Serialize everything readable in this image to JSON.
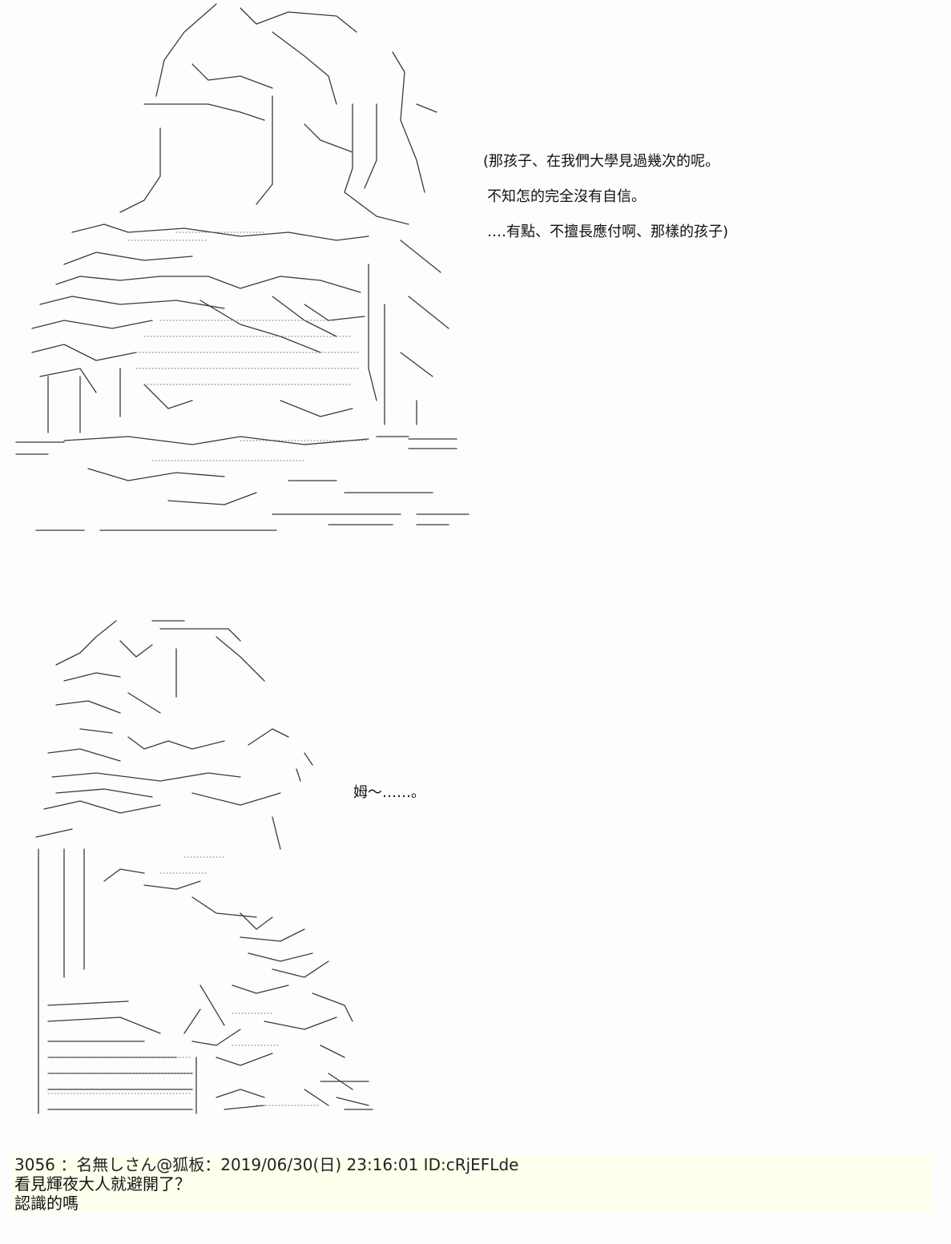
{
  "panel1": {
    "lines": [
      "(那孩子、在我們大學見過幾次的呢。",
      "不知怎的完全沒有自信。",
      "‥‥有點、不擅長應付啊、那樣的孩子)"
    ]
  },
  "panel2": {
    "line": "姆～‥‥‥。"
  },
  "post": {
    "number": "3056",
    "separator": "：",
    "name": "名無しさん@狐板",
    "date": "2019/06/30(日) 23:16:01",
    "id": "ID:cRjEFLde",
    "header": "3056 ：名無しさん@狐板：2019/06/30(日) 23:16:01 ID:cRjEFLde",
    "body": [
      "看見輝夜大人就避開了？",
      "認識的嗎"
    ]
  }
}
